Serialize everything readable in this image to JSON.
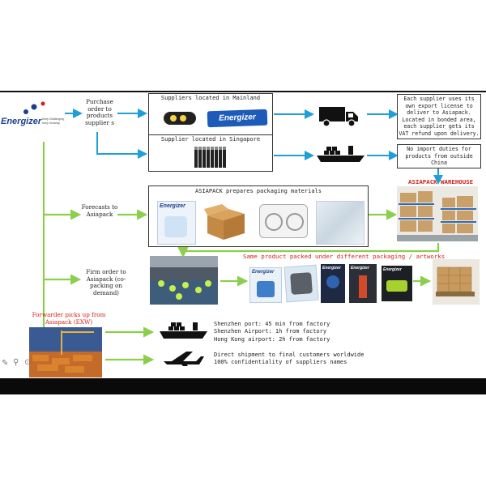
{
  "brand": {
    "name": "Energizer",
    "tagline_1": "Keep Challenging",
    "tagline_2": "Keep Growing"
  },
  "steps": {
    "purchase_order": "Purchase order to products supplier s",
    "forecasts": "Forecasts to Asiapack",
    "firm_order": "Firm order to Asiapack (co-packing on demand)",
    "forwarder": "Forwarder picks up from Asiapack (EXW)"
  },
  "suppliers": {
    "mainland": "Suppliers located in Mainland",
    "singapore": "Supplier located in Singapore",
    "product_brand": "Energizer"
  },
  "notes": {
    "export_license": "Each supplier uses its own export license to deliver to Asiapack. Located in bonded area, each supplier gets its VAT refund upon delivery.",
    "no_duties": "No import duties for products from outside China"
  },
  "warehouse": {
    "title": "ASIAPACK WAREHOUSE",
    "packaging_materials": "ASIAPACK prepares packaging materials",
    "same_product": "Same product packed under different packaging / artworks"
  },
  "shipping": {
    "ports": [
      "Shenzhen port: 45 min from factory",
      "Shenzhen Airport: 1h from factory",
      "Hong Kong airport: 2h from factory"
    ],
    "direct": [
      "Direct shipment to final customers worldwide",
      "100% confidentiality of suppliers names"
    ]
  },
  "colors": {
    "blue_arrow": "#1f9fd9",
    "green_arrow": "#8ccf4d",
    "red_text": "#d0211b",
    "brand_blue": "#1a3f8f"
  },
  "icons": {
    "truck": "truck-icon",
    "ship": "cargo-ship-icon",
    "plane": "airplane-icon"
  }
}
